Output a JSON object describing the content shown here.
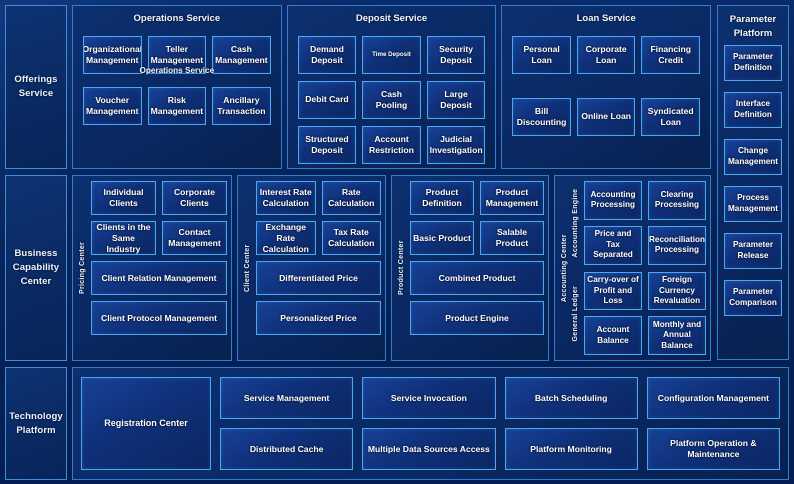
{
  "rows": {
    "offerings": {
      "label": "Offerings Service",
      "services": [
        {
          "name": "operations",
          "title": "Operations Service",
          "duplicate_title": "Operations Service",
          "items": [
            "Organizational Management",
            "Teller Management",
            "Cash Management",
            "Voucher Management",
            "Risk Management",
            "Ancillary Transaction"
          ]
        },
        {
          "name": "deposit",
          "title": "Deposit Service",
          "items": [
            "Demand Deposit",
            "Time Deposit",
            "Security Deposit",
            "Debit Card",
            "Cash Pooling",
            "Large Deposit",
            "Structured Deposit",
            "Account Restriction",
            "Judicial Investigation"
          ]
        },
        {
          "name": "loan",
          "title": "Loan Service",
          "items": [
            "Personal Loan",
            "Corporate Loan",
            "Financing Credit",
            "Bill Discounting",
            "Online Loan",
            "Syndicated Loan"
          ]
        }
      ]
    },
    "parameter_platform": {
      "title": "Parameter Platform",
      "items": [
        "Parameter Definition",
        "Interface Definition",
        "Change Management",
        "Process Management",
        "Parameter Release",
        "Parameter Comparison"
      ]
    },
    "business_capability": {
      "label": "Business Capability Center",
      "centers": [
        {
          "name": "pricing",
          "vlabel": "Pricing Center",
          "pairs": [
            [
              "Individual Clients",
              "Corporate Clients"
            ],
            [
              "Clients in the Same Industry",
              "Contact Management"
            ]
          ],
          "wide": [
            "Client Relation Management",
            "Client Protocol Management"
          ]
        },
        {
          "name": "client",
          "vlabel": "Client Center",
          "pairs": [
            [
              "Interest Rate Calculation",
              "Rate Calculation"
            ],
            [
              "Exchange Rate Calculation",
              "Tax Rate Calculation"
            ]
          ],
          "wide": [
            "Differentiated Price",
            "Personalized Price"
          ]
        },
        {
          "name": "product",
          "vlabel": "Product Center",
          "pairs": [
            [
              "Product Definition",
              "Product Management"
            ],
            [
              "Basic Product",
              "Salable Product"
            ]
          ],
          "wide": [
            "Combined Product",
            "Product Engine"
          ]
        }
      ],
      "accounting": {
        "name": "accounting",
        "vlabel": "Accounting Center",
        "sections": [
          {
            "vlabel": "Accounting Engine",
            "items": [
              "Accounting Processing",
              "Clearing Processing",
              "Price and Tax Separated",
              "Reconciliation Processing"
            ]
          },
          {
            "vlabel": "General  Ledger",
            "items": [
              "Carry-over of Profit and Loss",
              "Foreign Currency Revaluation",
              "Account Balance",
              "Monthly and Annual Balance"
            ]
          }
        ]
      }
    },
    "technology": {
      "label": "Technology Platform",
      "registration": "Registration Center",
      "items": [
        "Service Management",
        "Service Invocation",
        "Batch Scheduling",
        "Configuration Management",
        "Distributed Cache",
        "Multiple Data Sources Access",
        "Platform Monitoring",
        "Platform Operation & Maintenance"
      ]
    }
  },
  "colors": {
    "background": "#041d52",
    "group_border": "#2e7fce",
    "cell_border": "#49a8f0",
    "label_border": "#3e8fd8",
    "text": "#ffffff"
  }
}
